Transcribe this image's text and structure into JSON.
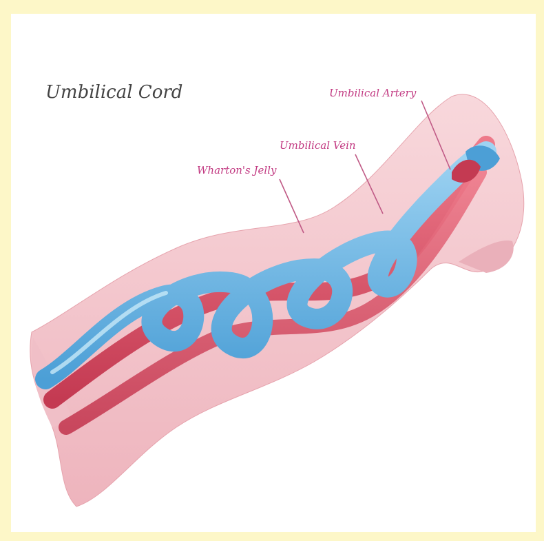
{
  "diagram": {
    "title": "Umbilical Cord",
    "labels": {
      "artery": "Umbilical Artery",
      "vein": "Umbilical Vein",
      "jelly": "Wharton's Jelly"
    },
    "colors": {
      "background": "#fdf7c8",
      "panel": "#ffffff",
      "jelly": "#f5c9cf",
      "artery": "#d94c63",
      "vein": "#6ab7e6",
      "label": "#c23a82",
      "title": "#444444"
    }
  }
}
